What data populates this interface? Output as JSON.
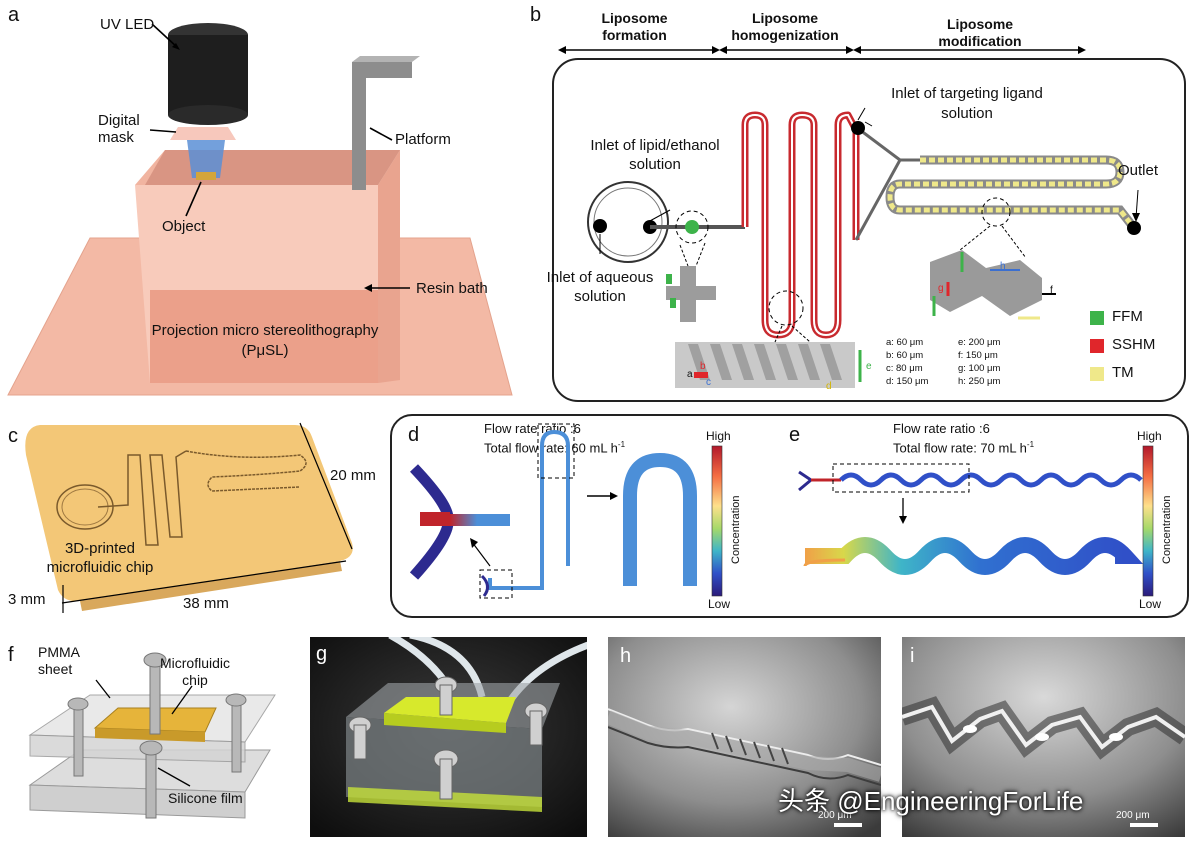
{
  "panels": {
    "a": {
      "label": "a",
      "uv_led": "UV LED",
      "digital_mask": "Digital\nmask",
      "platform": "Platform",
      "object": "Object",
      "resin_bath": "Resin bath",
      "pusl_line1": "Projection micro stereolithography",
      "pusl_line2": "(PμSL)",
      "colors": {
        "bath": "#f7c5b3",
        "base": "#f2b7a3",
        "led": "#1e1e1e",
        "beam": "#5b8fd6",
        "platform": "#888888"
      }
    },
    "b": {
      "label": "b",
      "stages": [
        "Liposome\nformation",
        "Liposome\nhomogenization",
        "Liposome\nmodification"
      ],
      "inlet_lipid": "Inlet of lipid/ethanol\nsolution",
      "inlet_aqueous": "Inlet of aqueous\nsolution",
      "inlet_ligand": "Inlet of targeting ligand\nsolution",
      "outlet": "Outlet",
      "dimensions": [
        "a: 60 μm",
        "b: 60 μm",
        "c: 80 μm",
        "d: 150 μm",
        "e: 200 μm",
        "f: 150 μm",
        "g: 100 μm",
        "h: 250 μm"
      ],
      "legend": [
        {
          "label": "FFM",
          "color": "#3db34a"
        },
        {
          "label": "SSHM",
          "color": "#e0262b"
        },
        {
          "label": "TM",
          "color": "#efe88a"
        }
      ],
      "detail_letters": [
        "a",
        "b",
        "c",
        "d",
        "e",
        "f",
        "g",
        "h"
      ]
    },
    "c": {
      "label": "c",
      "chip_label": "3D-printed\nmicrofluidic chip",
      "dim_width": "20 mm",
      "dim_length": "38 mm",
      "dim_height": "3 mm",
      "colors": {
        "chip": "#f3c777"
      }
    },
    "d": {
      "label": "d",
      "flow_ratio": "Flow rate ratio :6",
      "total_flow": "Total flow rate: 60 mL h",
      "superscript": "-1",
      "scale_high": "High",
      "scale_low": "Low",
      "scale_title": "Concentration"
    },
    "e": {
      "label": "e",
      "flow_ratio": "Flow rate ratio :6",
      "total_flow": "Total flow rate: 70 mL h",
      "superscript": "-1",
      "scale_high": "High",
      "scale_low": "Low",
      "scale_title": "Concentration"
    },
    "f": {
      "label": "f",
      "pmma": "PMMA\nsheet",
      "chip": "Microfluidic\nchip",
      "silicone": "Silicone film"
    },
    "g": {
      "label": "g"
    },
    "h": {
      "label": "h",
      "scale": "200 μm"
    },
    "i": {
      "label": "i",
      "scale": "200 μm"
    }
  },
  "watermark": "头条 @EngineeringForLife"
}
